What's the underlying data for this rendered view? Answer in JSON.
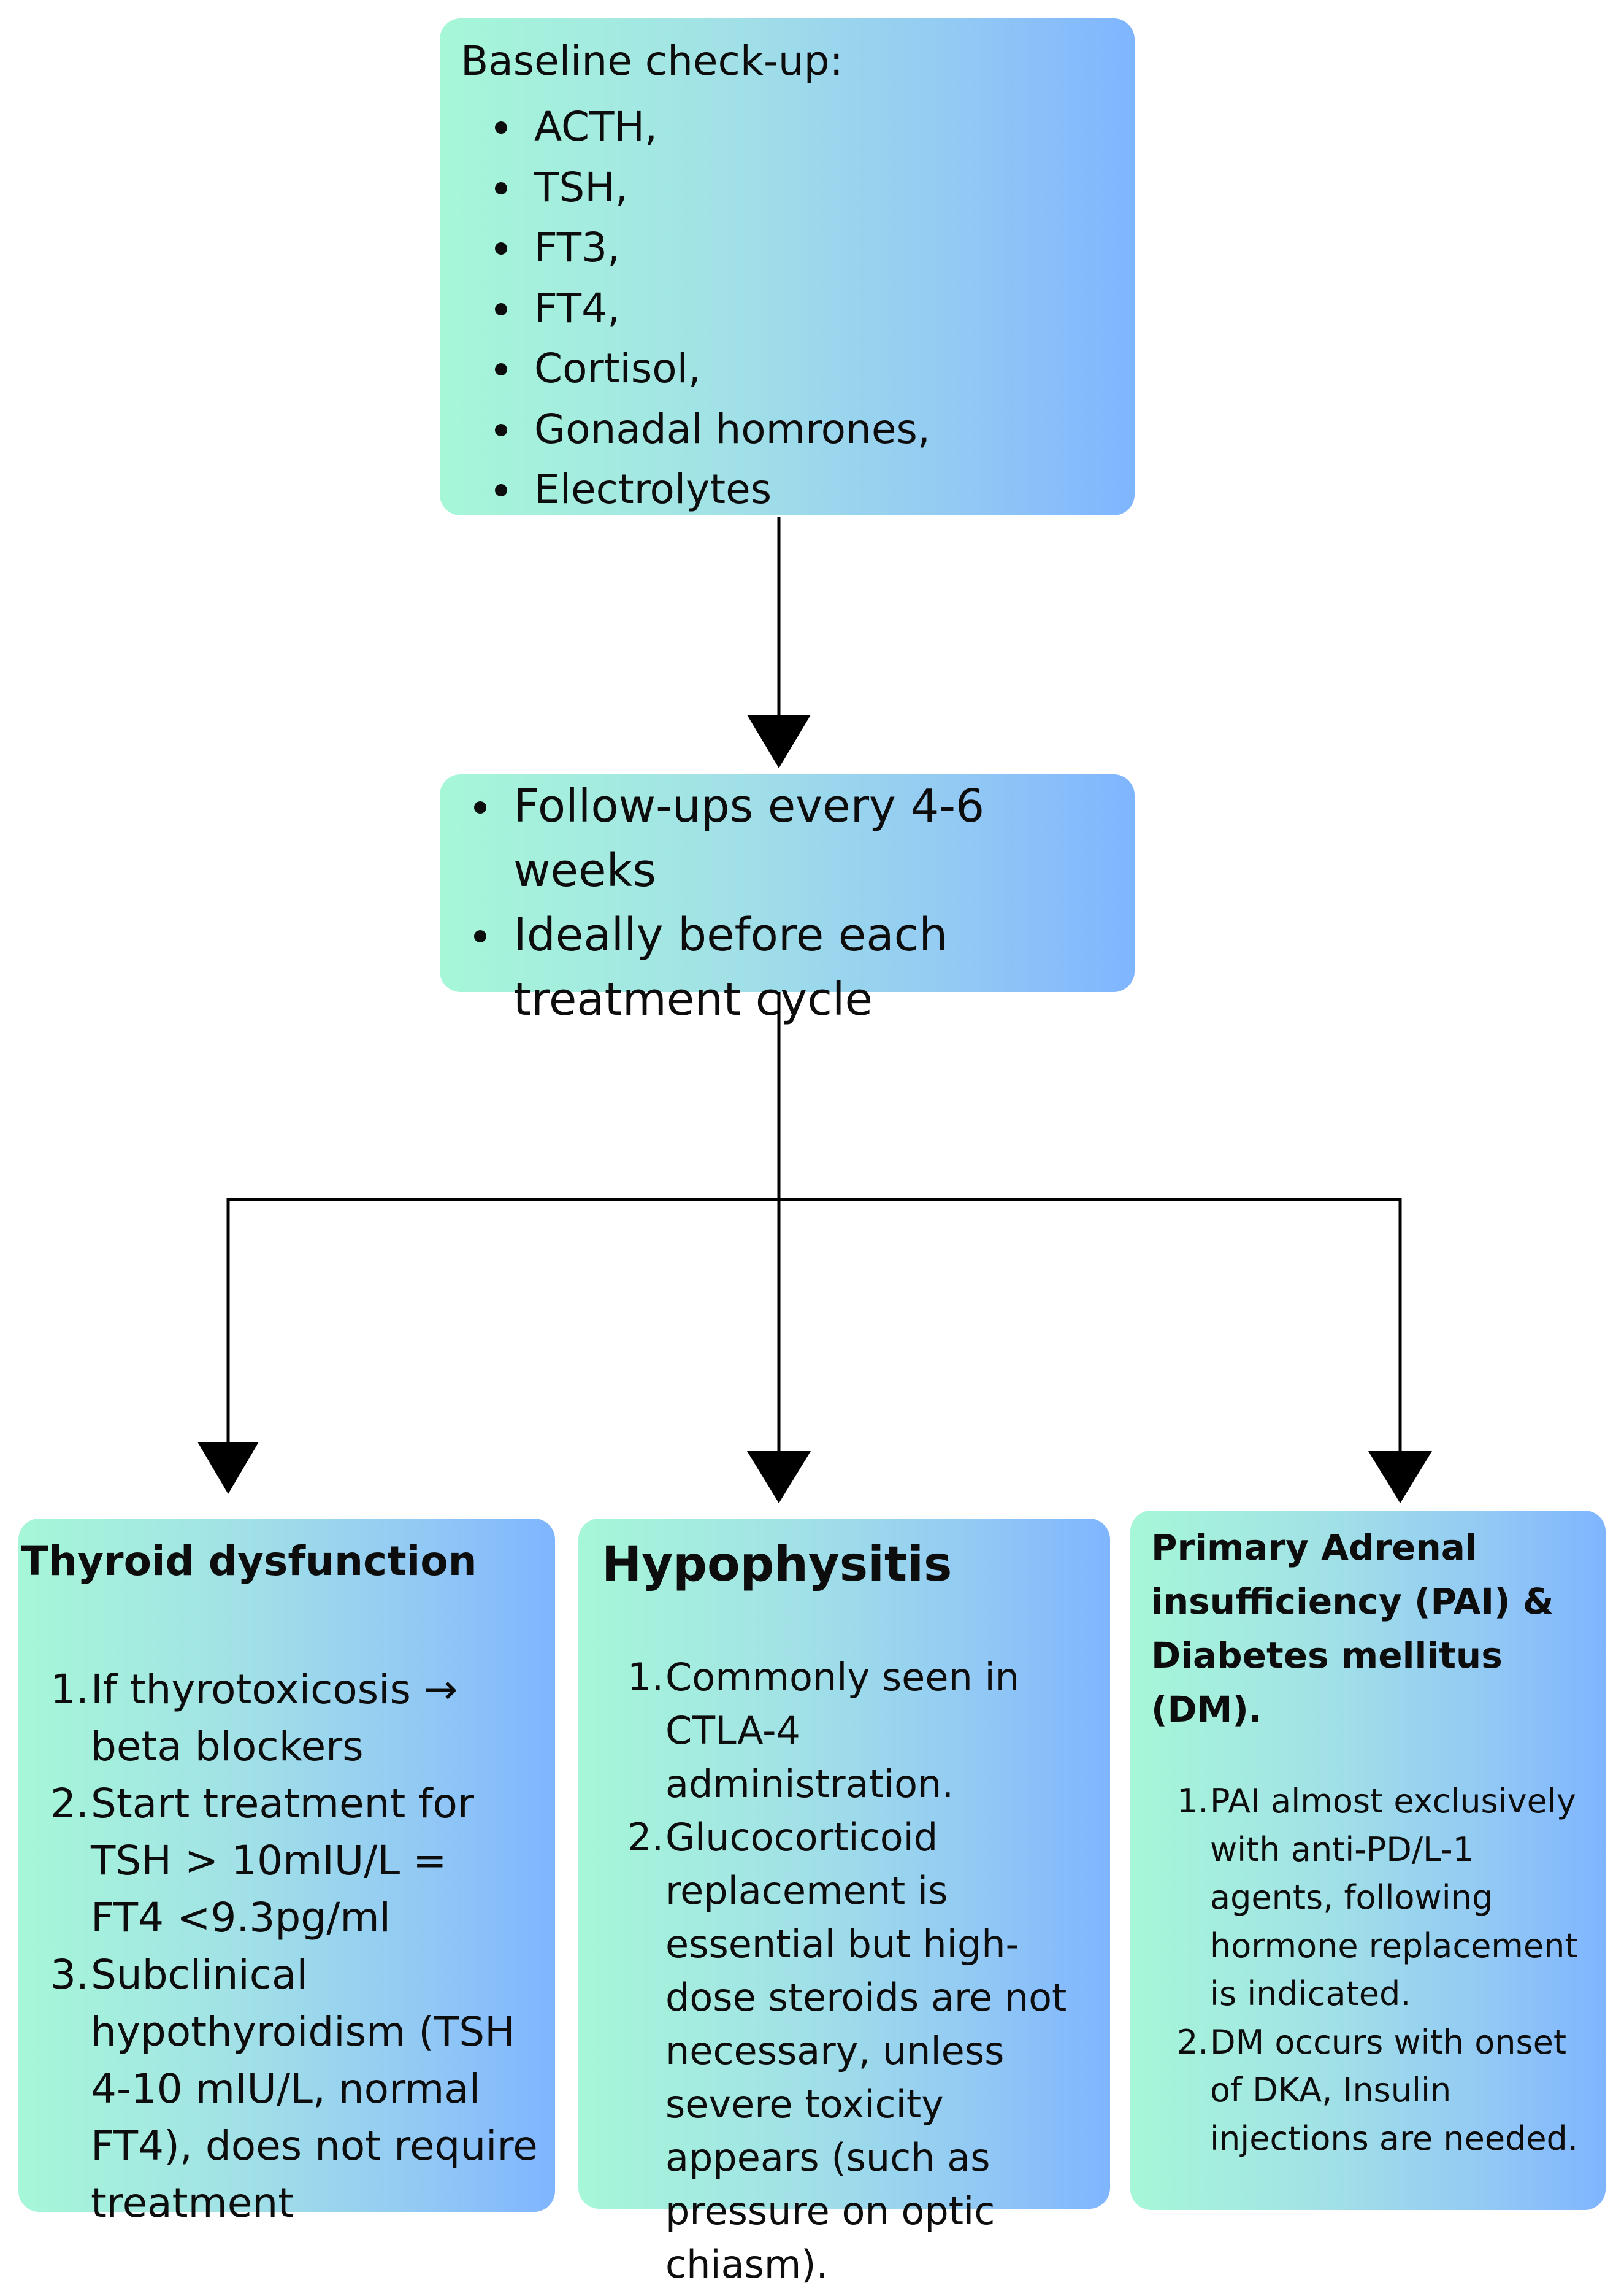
{
  "baseline": {
    "title": "Baseline check-up:",
    "items": [
      "ACTH,",
      "TSH,",
      "FT3,",
      "FT4,",
      "Cortisol,",
      "Gonadal homrones,",
      "Electrolytes"
    ]
  },
  "followup": {
    "items": [
      "Follow-ups every 4-6 weeks",
      "Ideally before each treatment cycle"
    ]
  },
  "thyroid": {
    "heading": "Thyroid dysfunction",
    "items": [
      {
        "num": "1.",
        "text": "If thyrotoxicosis → beta blockers"
      },
      {
        "num": "2.",
        "text": "Start treatment for TSH > 10mIU/L = FT4 <9.3pg/ml"
      },
      {
        "num": "3.",
        "text": "Subclinical hypothyroidism (TSH 4-10 mIU/L, normal FT4), does not require treatment"
      }
    ]
  },
  "hypophysitis": {
    "heading": "Hypophysitis",
    "items": [
      {
        "num": "1.",
        "text": "Commonly seen in CTLA-4 administration."
      },
      {
        "num": "2.",
        "text": "Glucocorticoid replacement is essential but high-dose steroids are not necessary, unless severe toxicity appears (such as pressure on optic chiasm)."
      }
    ]
  },
  "pai_dm": {
    "heading": "Primary Adrenal insufficiency (PAI) & Diabetes mellitus (DM).",
    "items": [
      {
        "num": "1.",
        "text": "PAI almost exclusively with anti-PD/L-1 agents, following hormone replacement is indicated."
      },
      {
        "num": "2.",
        "text": "DM occurs with onset of DKA, Insulin injections are needed."
      }
    ]
  },
  "colors": {
    "box_gradient_start": "#a6f7d8",
    "box_gradient_end": "#7fb5ff",
    "connector": "#000000"
  }
}
